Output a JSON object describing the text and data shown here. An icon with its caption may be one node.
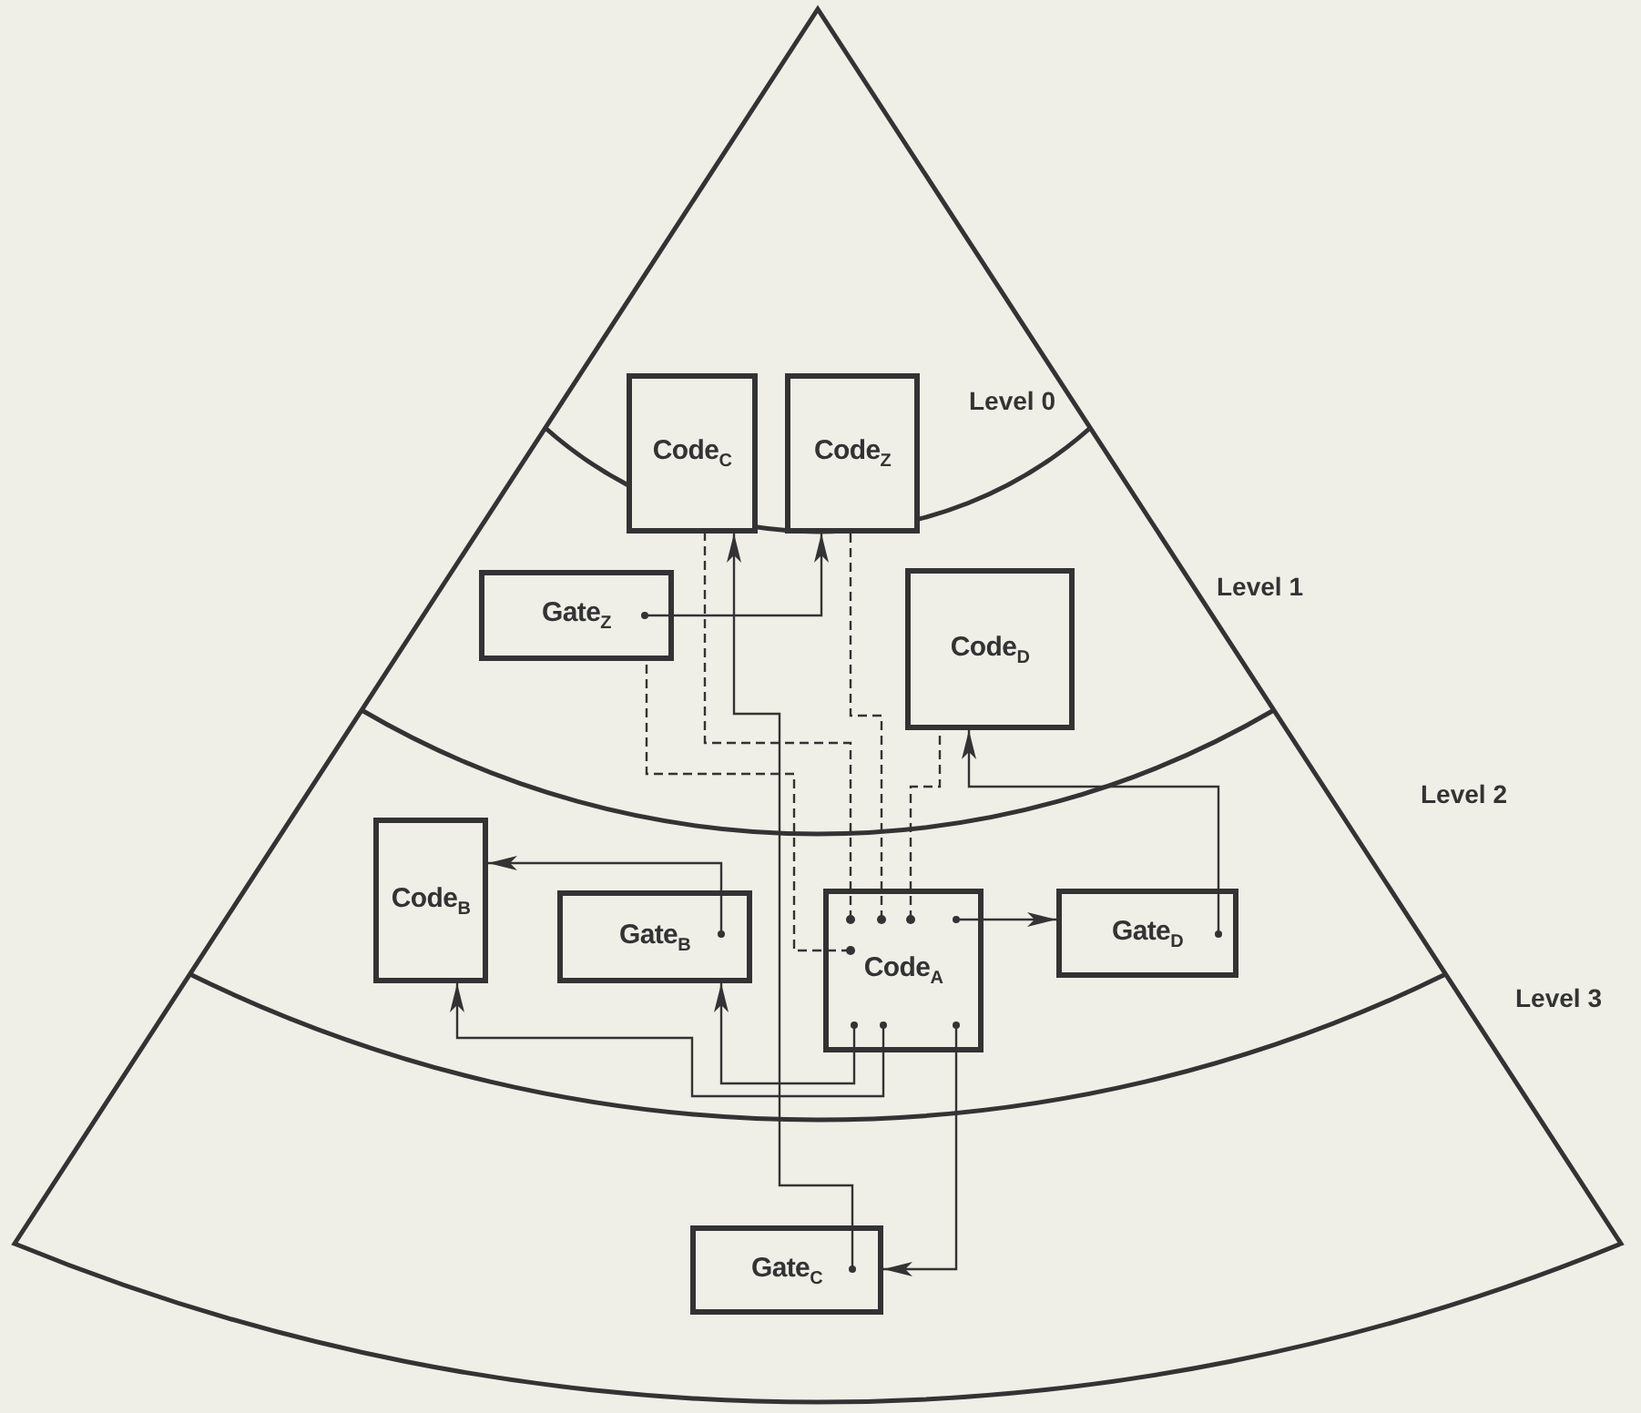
{
  "diagram": {
    "nodes": [
      {
        "text": [
          "Code$_{C}$"
        ]
      },
      {
        "text": [
          "Code$_{Z}$"
        ]
      },
      {
        "text": [
          "Gate$_{Z}$"
        ]
      },
      {
        "text": [
          "Code$_{D}$"
        ]
      },
      {
        "text": [
          "Code$_{B}$"
        ]
      },
      {
        "text": [
          "Gate$_{B}$"
        ]
      },
      {
        "text": [
          "Code$_{A}$"
        ]
      },
      {
        "text": [
          "Gate$_{D}$"
        ]
      },
      {
        "text": [
          "Gate$_{C}$"
        ]
      }
    ],
    "edges": [
      {
        "from": 2,
        "to": 1,
        "arrow": "to"
      },
      {
        "from": 8,
        "to": 0,
        "arrow": "to"
      },
      {
        "from": 5,
        "to": 4,
        "arrow": "to"
      },
      {
        "from": 6,
        "to": 5,
        "arrow": "to"
      },
      {
        "from": 6,
        "to": 4,
        "arrow": "to"
      },
      {
        "from": 6,
        "to": 8,
        "arrow": "to"
      },
      {
        "from": 6,
        "to": 7,
        "arrow": "to"
      },
      {
        "from": 7,
        "to": 3,
        "arrow": "to"
      },
      {
        "from": 6,
        "to": 0,
        "arrow": "other",
        "style": "dashed"
      },
      {
        "from": 6,
        "to": 1,
        "arrow": "other",
        "style": "dashed"
      },
      {
        "from": 6,
        "to": 3,
        "arrow": "other",
        "style": "dashed"
      },
      {
        "from": 6,
        "to": 2,
        "arrow": "other",
        "style": "dashed"
      }
    ],
    "labels": [
      "Level 0",
      "Level 1",
      "Level 2",
      "Level 3"
    ]
  }
}
